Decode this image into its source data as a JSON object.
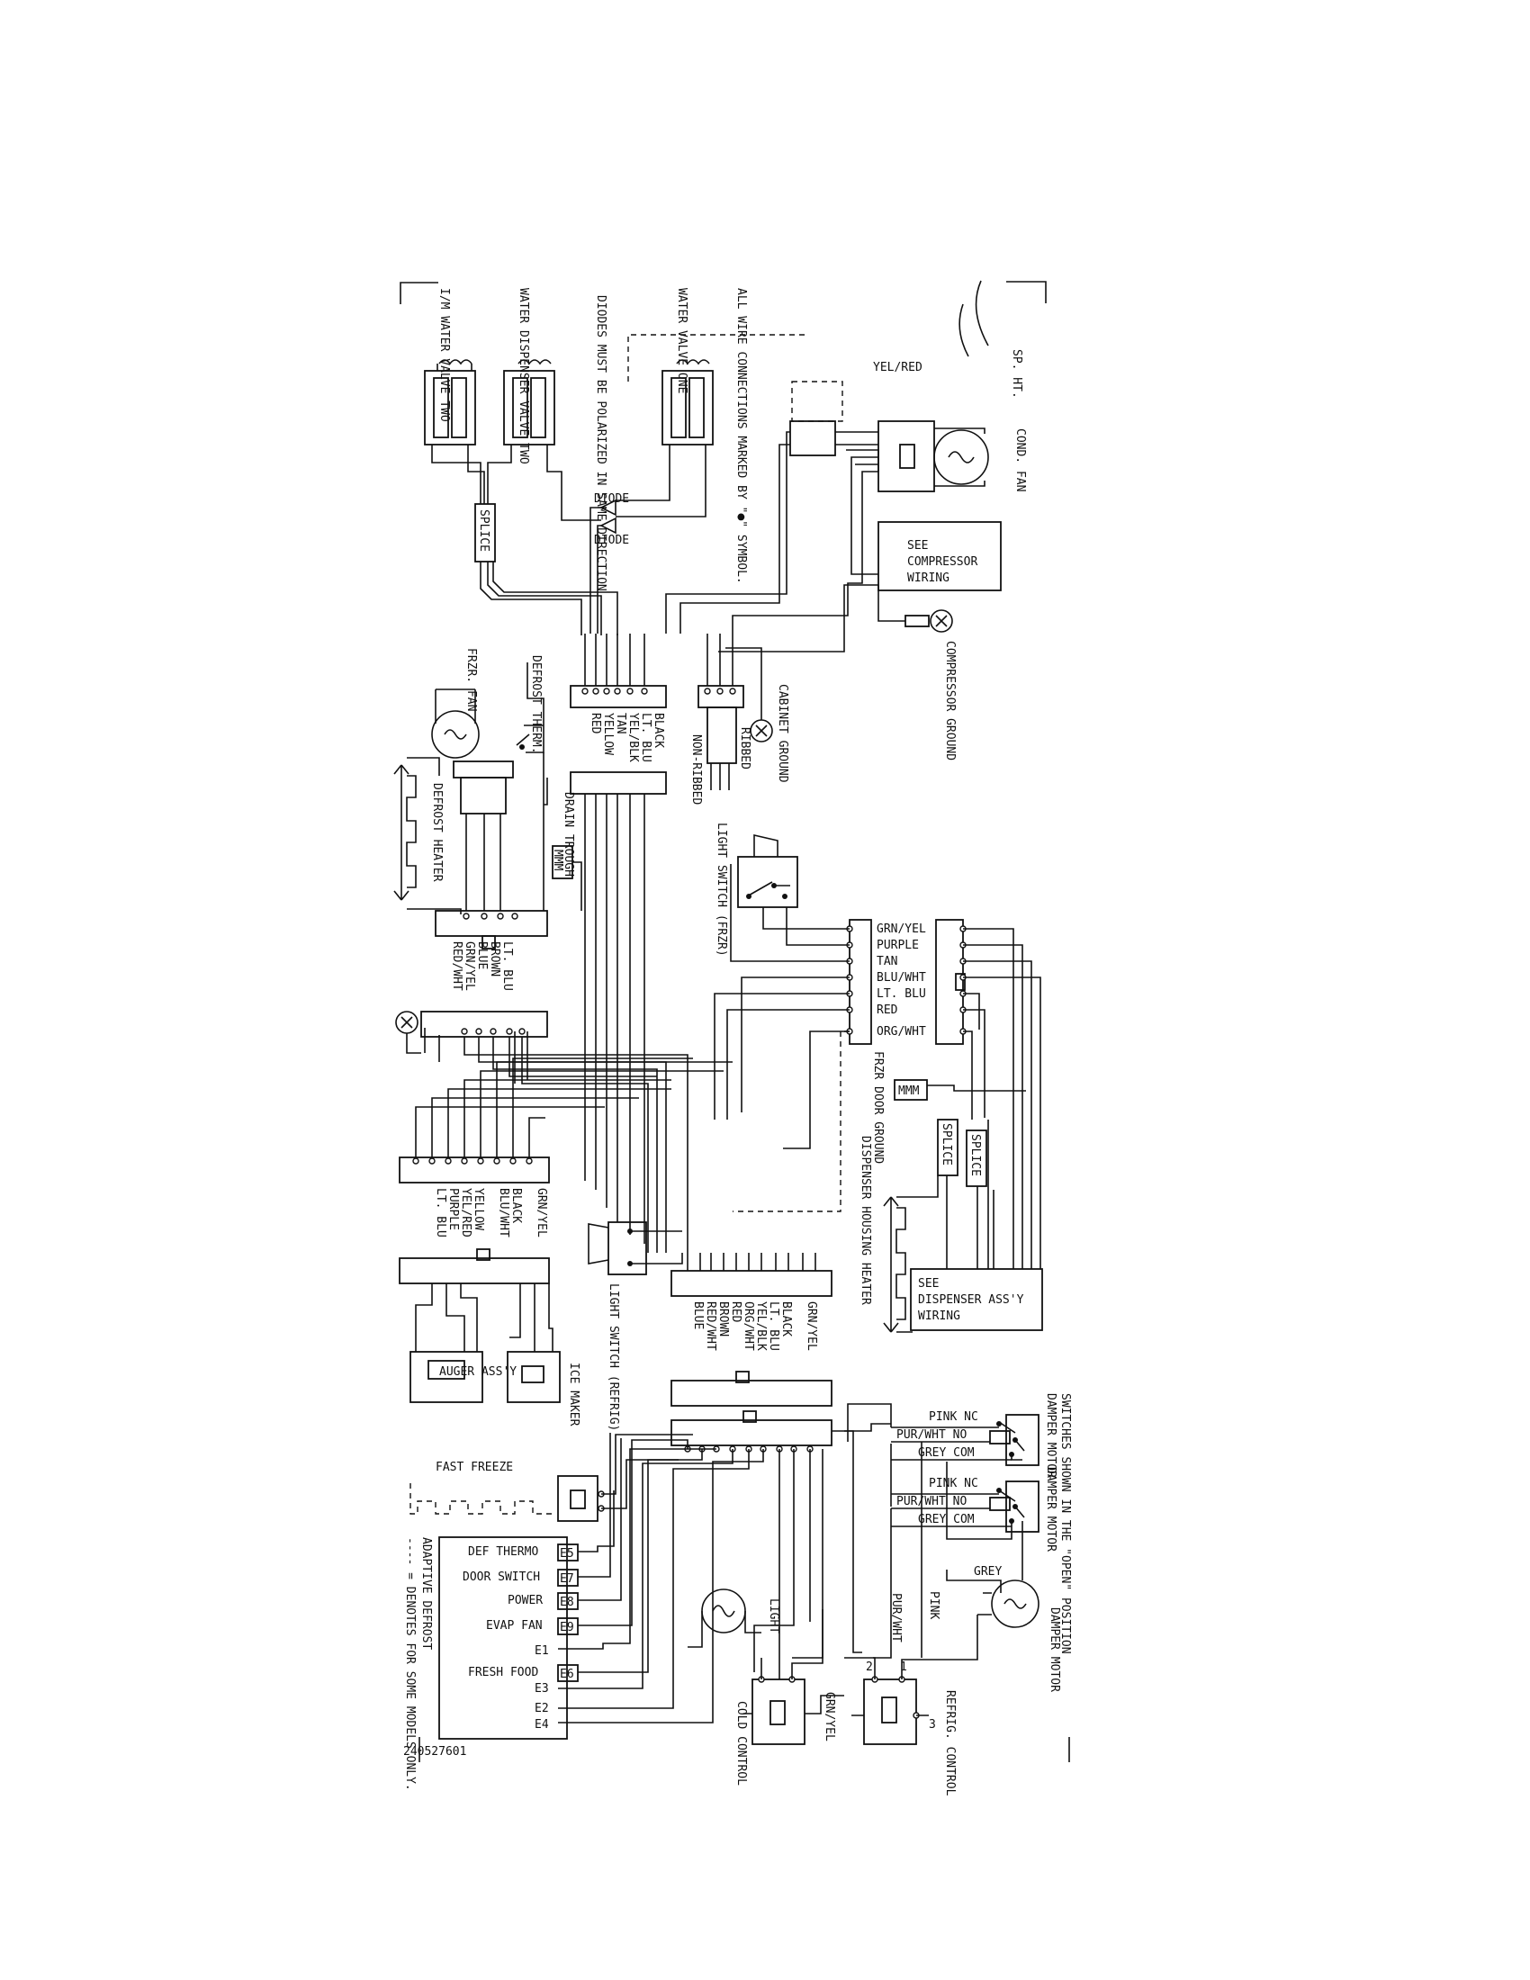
{
  "components": {
    "im_water_valve": "I/M WATER VALVE TWO",
    "water_dispenser_valve": "WATER DISPENSER VALVE TWO",
    "diodes_note": "DIODES MUST BE POLARIZED IN SAME DIRECTION",
    "water_valve_one": "WATER VALVE ONE",
    "wire_note": "ALL WIRE CONNECTIONS MARKED BY \"●\" SYMBOL.",
    "sp_ht": "SP. HT.",
    "cond_fan": "COND. FAN",
    "compressor_ground": "COMPRESSOR GROUND",
    "cabinet_ground": "CABINET GROUND",
    "ribbed": "RIBBED",
    "non_ribbed": "NON-RIBBED",
    "frzr_fan": "FRZR. FAN",
    "defrost_therm": "DEFROST THERM.",
    "defrost_heater": "DEFROST HEATER",
    "drain_trough": "DRAIN TROUGH",
    "light_switch_frzr": "LIGHT SWITCH (FRZR)",
    "frzr_door_ground": "FRZR DOOR GROUND",
    "dispenser_housing_heater": "DISPENSER HOUSING HEATER",
    "light_switch_refrig": "LIGHT SWITCH (REFRIG)",
    "auger_assy": "AUGER ASS'Y",
    "ice_maker": "ICE MAKER",
    "switches_note": "SWITCHES SHOWN IN THE \"OPEN\" POSITION",
    "damper_motor": "DAMPER MOTOR",
    "damper_motor_2": "DAMPER MOTOR",
    "damper_motor_3": "DAMPER MOTOR",
    "refrig_control": "REFRIG. CONTROL",
    "cold_control": "COLD CONTROL",
    "light": "LIGHT",
    "adaptive_defrost": "ADAPTIVE DEFROST",
    "dashed_note": "---- = DENOTES FOR SOME MODELS ONLY.",
    "part_number": "240527601"
  },
  "labels": {
    "yel_red": "YEL/RED",
    "diode_1": "DIODE",
    "diode_2": "DIODE",
    "splice_1": "SPLICE",
    "splice_2": "SPLICE",
    "splice_3": "SPLICE",
    "see_compressor": [
      "SEE",
      "COMPRESSOR",
      "WIRING"
    ],
    "see_dispenser": [
      "SEE",
      "DISPENSER ASS'Y",
      "WIRING"
    ],
    "mmm_1": "MMM",
    "mmm_2": "MMM",
    "fast_freeze": "FAST FREEZE",
    "grey": "GREY",
    "pink": "PINK",
    "pur_wht": "PUR/WHT",
    "grn_yel_cold": "GRN/YEL",
    "pin_1": "1",
    "pin_2": "2",
    "pin_3": "3"
  },
  "wire_groups": {
    "main_harness": [
      "BLACK",
      "LT. BLU",
      "YEL/BLK",
      "TAN",
      "YELLOW",
      "RED"
    ],
    "freezer_harness": [
      "LT. BLU",
      "BROWN",
      "BLUE",
      "GRN/YEL",
      "RED/WHT"
    ],
    "door_harness": [
      "GRN/YEL",
      "PURPLE",
      "TAN",
      "BLU/WHT",
      "LT. BLU",
      "RED",
      "ORG/WHT"
    ],
    "ice_harness": [
      "GRN/YEL",
      "BLACK",
      "BLU/WHT",
      "YELLOW",
      "YEL/RED",
      "PURPLE",
      "LT. BLU"
    ],
    "refrig_harness": [
      "GRN/YEL",
      "BLACK",
      "LT. BLU",
      "YEL/BLK",
      "ORG/WHT",
      "RED",
      "BROWN",
      "RED/WHT",
      "BLUE"
    ],
    "damper_switches_1": [
      "PINK NC",
      "PUR/WHT NO",
      "GREY COM"
    ],
    "damper_switches_2": [
      "PINK NC",
      "PUR/WHT NO",
      "GREY COM"
    ],
    "board_terminals": [
      {
        "label": "DEF THERMO",
        "code": "E5"
      },
      {
        "label": "DOOR SWITCH",
        "code": "E7"
      },
      {
        "label": "POWER",
        "code": "E8"
      },
      {
        "label": "EVAP FAN",
        "code": "E9"
      },
      {
        "label": "",
        "code": "E1"
      },
      {
        "label": "FRESH FOOD",
        "code": "E6"
      },
      {
        "label": "",
        "code": "E3"
      },
      {
        "label": "",
        "code": "E2"
      },
      {
        "label": "",
        "code": "E4"
      }
    ]
  }
}
